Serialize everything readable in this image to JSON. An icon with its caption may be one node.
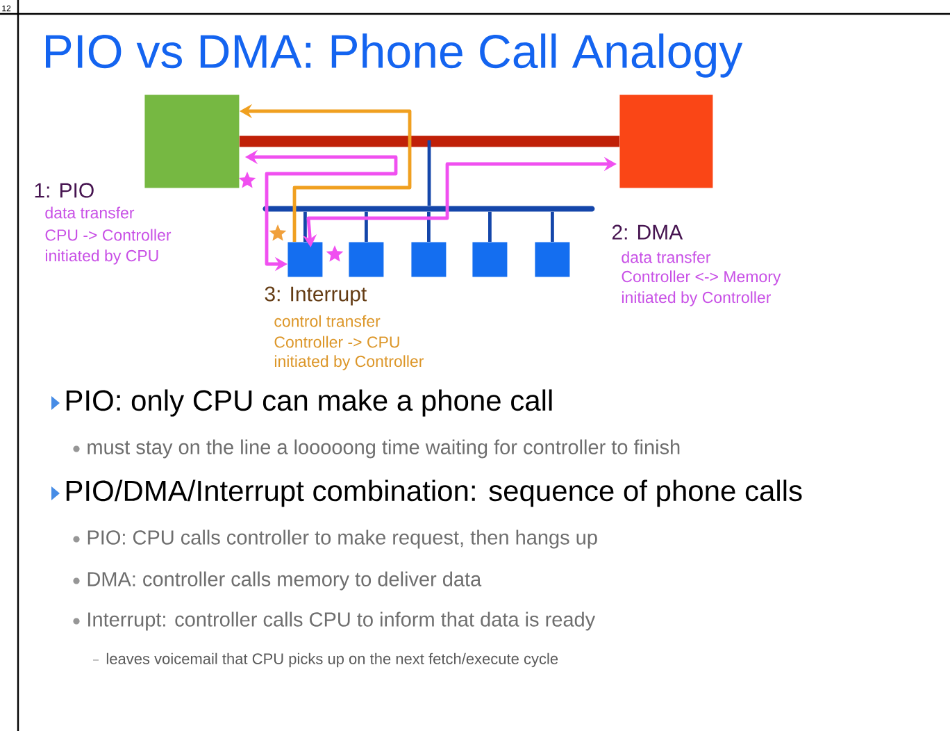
{
  "diagram": {
    "title": "PIO vs DMA: Phone Call Analogy",
    "nodes": [
      {
        "text": [],
        "shape": "box"
      },
      {
        "text": [],
        "shape": "box"
      },
      {
        "text": [],
        "shape": "bar"
      },
      {
        "text": [],
        "shape": "box"
      },
      {
        "text": [],
        "shape": "box"
      },
      {
        "text": [],
        "shape": "box"
      },
      {
        "text": [],
        "shape": "box"
      },
      {
        "text": [],
        "shape": "box"
      }
    ],
    "edges": [
      {
        "from": 0,
        "to": 1,
        "arrow": "none",
        "style": "thick",
        "color": "#c02008"
      },
      {
        "from": null,
        "to": 2,
        "arrow": "none"
      },
      {
        "from": 2,
        "to": 3,
        "arrow": "none"
      },
      {
        "from": 2,
        "to": 4,
        "arrow": "none"
      },
      {
        "from": 2,
        "to": 5,
        "arrow": "none"
      },
      {
        "from": 2,
        "to": 6,
        "arrow": "none"
      },
      {
        "from": 2,
        "to": 7,
        "arrow": "none"
      },
      {
        "from": 0,
        "to": 3,
        "arrow": "both",
        "color": "#f050f0"
      },
      {
        "from": 3,
        "to": 1,
        "arrow": "both",
        "color": "#f050f0"
      },
      {
        "from": 3,
        "to": 0,
        "arrow": "to",
        "color": "#f0a020"
      }
    ],
    "labels": [
      "12",
      "1: PIO",
      "data transfer",
      "CPU -> Controller",
      "initiated by CPU",
      "2: DMA",
      "data transfer",
      "Controller <-> Memory",
      "initiated by Controller",
      "3: Interrupt",
      "control transfer",
      "Controller -> CPU",
      "initiated by Controller",
      "PIO: only CPU can make a phone call",
      "must stay on the line a looooong time waiting for controller to finish",
      "PIO/DMA/Interrupt combination: sequence of phone calls",
      "PIO: CPU calls controller to make request, then hangs up",
      "DMA: controller calls memory to deliver data",
      "Interrupt: controller calls CPU to inform that data is ready",
      "leaves voicemail that CPU picks up on the next fetch/execute cycle"
    ]
  }
}
